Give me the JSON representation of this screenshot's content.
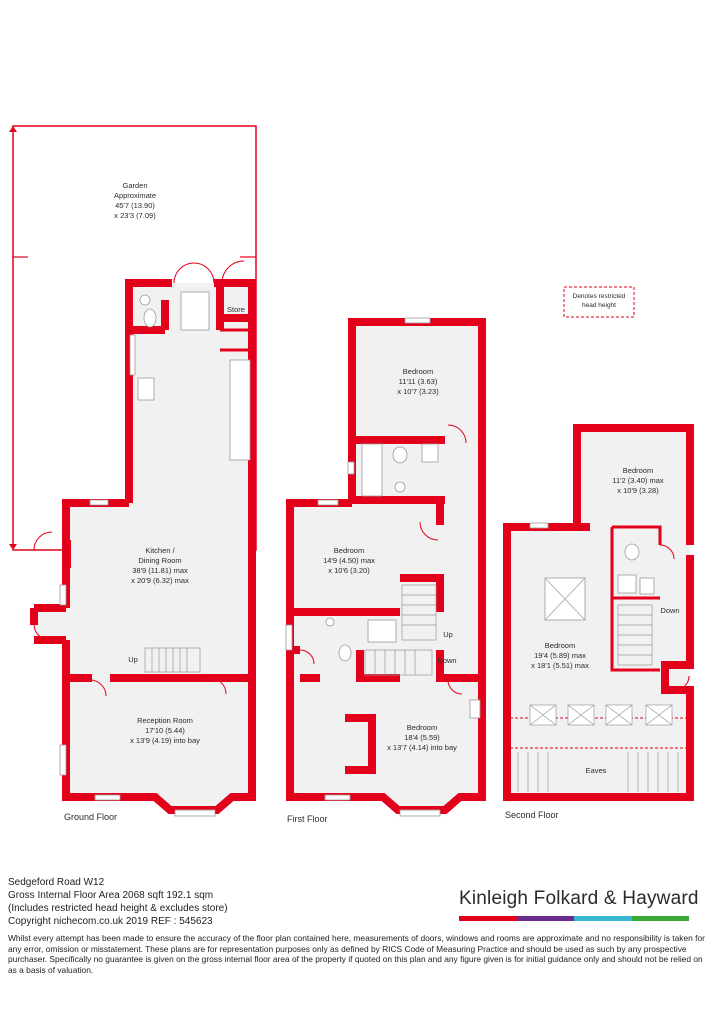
{
  "legend": {
    "restricted_line1": "Denotes restricted",
    "restricted_line2": "head height"
  },
  "floors": [
    {
      "name": "Ground Floor"
    },
    {
      "name": "First Floor"
    },
    {
      "name": "Second Floor"
    }
  ],
  "rooms": {
    "garden": {
      "name1": "Garden",
      "name2": "Approximate",
      "dim1": "45'7 (13.90)",
      "dim2": "x 23'3 (7.09)"
    },
    "store": {
      "name1": "Store"
    },
    "kitchen": {
      "name1": "Kitchen /",
      "name2": "Dining Room",
      "dim1": "38'9 (11.81) max",
      "dim2": "x 20'9 (6.32) max"
    },
    "reception": {
      "name1": "Reception Room",
      "dim1": "17'10 (5.44)",
      "dim2": "x 13'9 (4.19) into bay"
    },
    "ff_bed_top": {
      "name1": "Bedroom",
      "dim1": "11'11 (3.63)",
      "dim2": "x 10'7 (3.23)"
    },
    "ff_bed_mid": {
      "name1": "Bedroom",
      "dim1": "14'9 (4.50) max",
      "dim2": "x 10'6 (3.20)"
    },
    "ff_bed_front": {
      "name1": "Bedroom",
      "dim1": "18'4 (5.59)",
      "dim2": "x 13'7 (4.14) into bay"
    },
    "sf_bed_small": {
      "name1": "Bedroom",
      "dim1": "11'2 (3.40) max",
      "dim2": "x 10'9 (3.28)"
    },
    "sf_bed_large": {
      "name1": "Bedroom",
      "dim1": "19'4 (5.89) max",
      "dim2": "x 18'1 (5.51) max"
    },
    "eaves": {
      "name1": "Eaves"
    }
  },
  "stairs": {
    "ground_up": "Up",
    "first_up": "Up",
    "first_down": "Down",
    "second_down": "Down"
  },
  "footer": {
    "address": "Sedgeford Road  W12",
    "area": "Gross Internal Floor Area 2068 sqft 192.1 sqm",
    "note": "(Includes restricted head height & excludes store)",
    "copyright": "Copyright nichecom.co.uk 2019 REF : 545623",
    "disclaimer": "Whilst every attempt has been made to ensure the accuracy of the floor plan contained here, measurements of doors, windows and rooms are approximate and no responsibility is taken for any error, omission or misstatement. These plans are for representation purposes only as defined by RICS Code of Measuring Practice and should be used as such by any prospective purchaser. Specifically no guarantee is given on the gross internal floor area of the property if quoted on this plan and any figure given is for initial guidance only and should not be relied on as a basis of valuation."
  },
  "brand": {
    "name": "Kinleigh Folkard & Hayward",
    "bar_colors": [
      "#e3001b",
      "#6a2c91",
      "#39b6cf",
      "#3aa935"
    ]
  },
  "colors": {
    "wall": "#e3001b",
    "room_fill": "#f1f1f1"
  }
}
